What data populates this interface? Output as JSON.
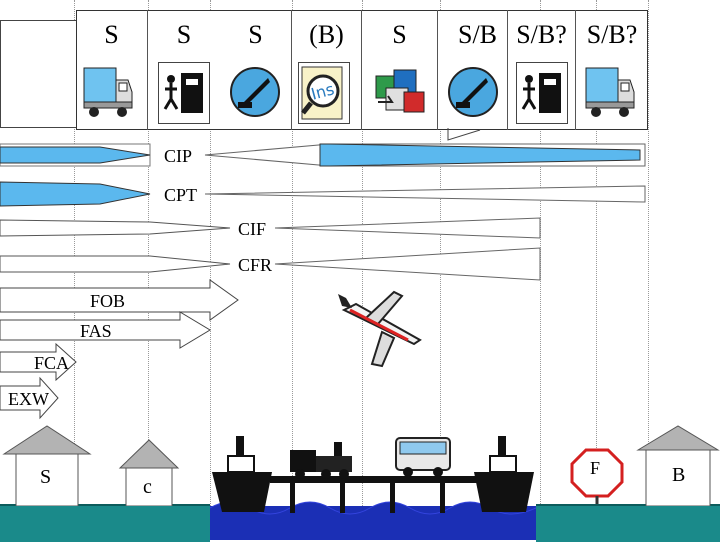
{
  "header": {
    "cells": [
      "S",
      "S",
      "S",
      "(B)",
      "S",
      "S/B",
      "S/B?",
      "S/B?"
    ],
    "icons": [
      "truck-icon",
      "export-clearance-icon",
      "crane-loading-icon",
      "insurance-icon",
      "transport-document-icon",
      "crane-unloading-icon",
      "import-clearance-icon",
      "truck-icon"
    ],
    "insurance_text": "Ins"
  },
  "terms": {
    "cip": "CIP",
    "cpt": "CPT",
    "cif": "CIF",
    "cfr": "CFR",
    "fob": "FOB",
    "fas": "FAS",
    "fca": "FCA",
    "exw": "EXW"
  },
  "places": {
    "seller": "S",
    "carrier": "c",
    "frontier": "F",
    "buyer": "B"
  },
  "colors": {
    "arrow_blue": "#5bb8ee",
    "ground_teal": "#1a8a8a",
    "water_blue": "#1b2fb5",
    "house_gray": "#b3b3b3",
    "frontier_red": "#d42020"
  }
}
